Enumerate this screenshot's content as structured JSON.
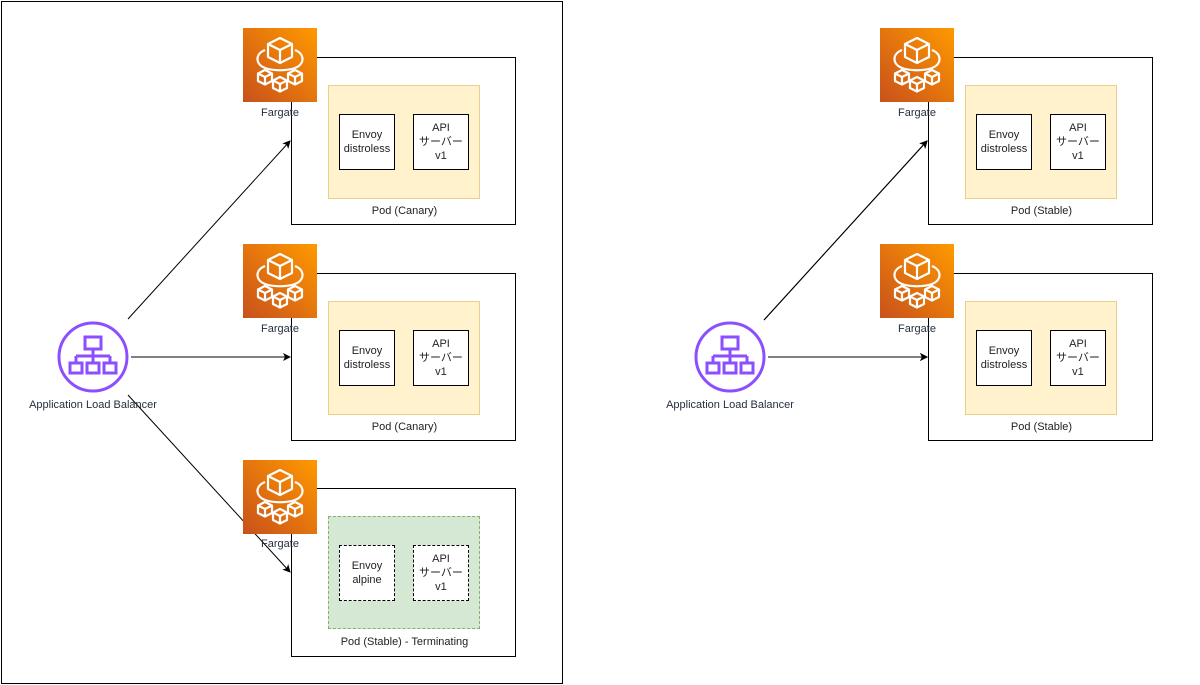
{
  "alb_label": "Application Load Balancer",
  "fargate_label": "Fargate",
  "envoy_distroless": "Envoy\ndistroless",
  "envoy_alpine": "Envoy\nalpine",
  "api_server": "API\nサーバー\nv1",
  "left": {
    "pods": [
      {
        "label": "Pod (Canary)"
      },
      {
        "label": "Pod (Canary)"
      },
      {
        "label": "Pod (Stable) - Terminating"
      }
    ]
  },
  "right": {
    "pods": [
      {
        "label": "Pod (Stable)"
      },
      {
        "label": "Pod (Stable)"
      }
    ]
  },
  "colors": {
    "fargate_gradient_top": "#f78e04",
    "fargate_gradient_bottom": "#d05c17",
    "alb_purple": "#8c4fff",
    "pod_yellow": "#fff2cc",
    "pod_green": "#d5e8d4"
  }
}
